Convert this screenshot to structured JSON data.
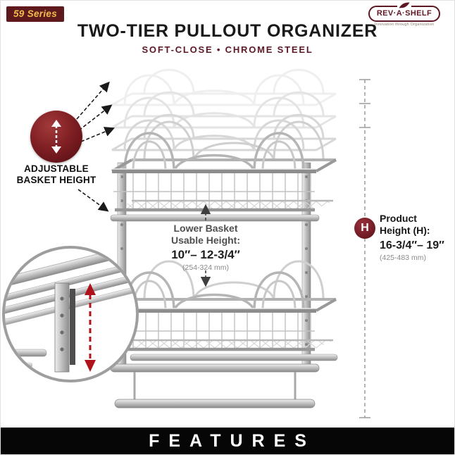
{
  "badge": {
    "text": "59 Series"
  },
  "logo": {
    "brand": "REV·A·SHELF",
    "tagline": "Innovation through Organization"
  },
  "header": {
    "title": "TWO-TIER PULLOUT ORGANIZER",
    "subtitle": "SOFT-CLOSE • CHROME STEEL"
  },
  "callouts": {
    "adjustable": {
      "line1": "ADJUSTABLE",
      "line2": "BASKET HEIGHT"
    },
    "lower_basket": {
      "line1": "Lower Basket",
      "line2": "Usable Height:",
      "value": "10″– 12-3/4″",
      "metric": "(254-324 mm)"
    },
    "product_height": {
      "line1": "Product",
      "line2": "Height (H):",
      "symbol": "H",
      "value": "16-3/4″– 19″",
      "metric": "(425-483 mm)"
    }
  },
  "footer": {
    "text": "FEATURES"
  },
  "colors": {
    "brand_maroon": "#5d1725",
    "badge_gold": "#f2bd4e",
    "arrow_red": "#b0121b",
    "banner_black": "#060606",
    "chrome_gray": "#b5b5b5"
  }
}
